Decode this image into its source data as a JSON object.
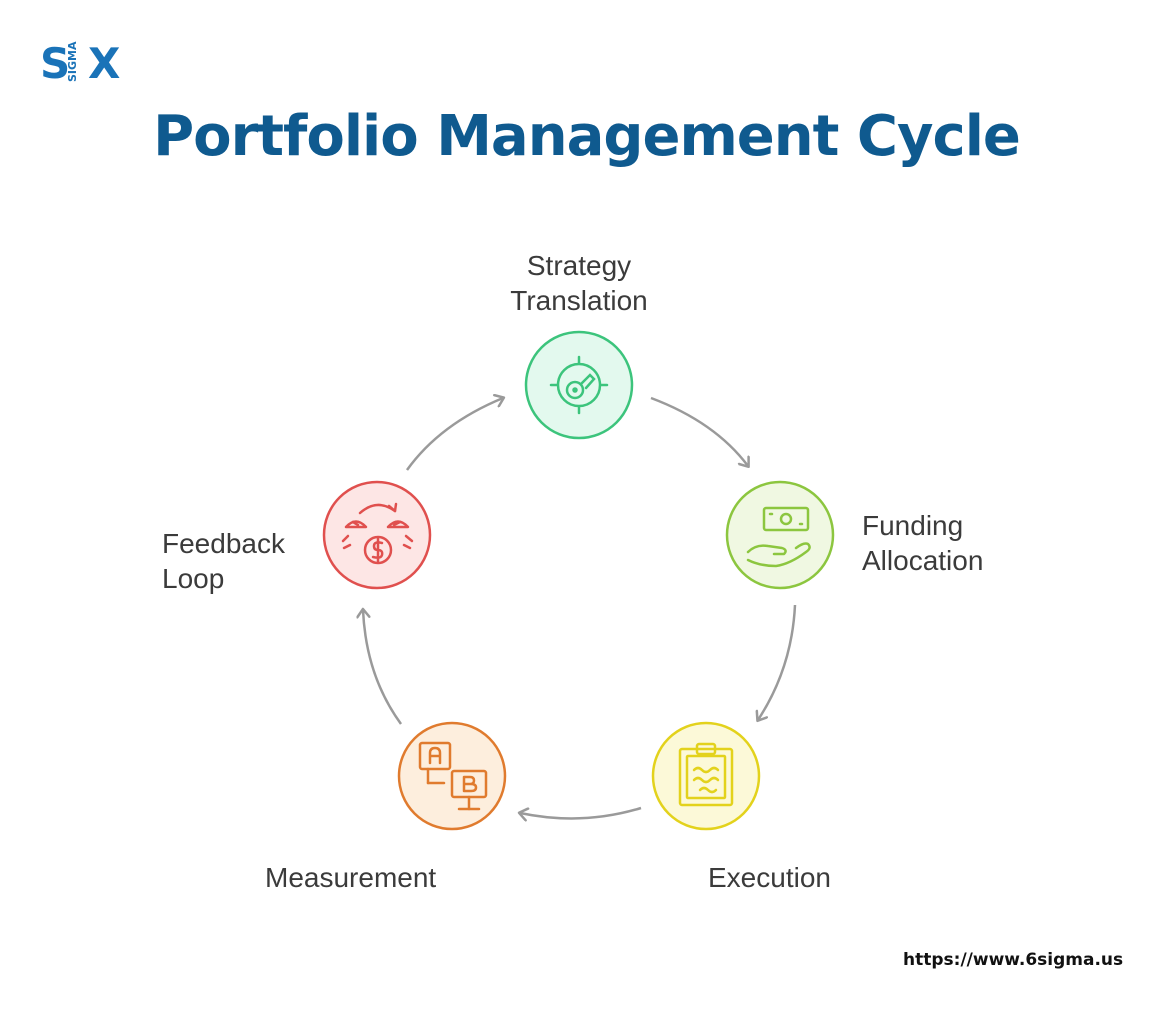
{
  "logo": {
    "letter_s": "S",
    "letter_x": "X",
    "sigma_text": "SIGMA"
  },
  "title": "Portfolio Management Cycle",
  "steps": [
    {
      "label": "Strategy\nTranslation",
      "icon": "target-dial-icon",
      "color": "#3cc47c",
      "fill": "#e3f9ee"
    },
    {
      "label": "Funding\nAllocation",
      "icon": "money-hand-icon",
      "color": "#8cc63f",
      "fill": "#f0f8e2"
    },
    {
      "label": "Execution",
      "icon": "clipboard-icon",
      "color": "#e3d21c",
      "fill": "#fcf9d8"
    },
    {
      "label": "Measurement",
      "icon": "ab-test-icon",
      "color": "#e07b2e",
      "fill": "#fdeedd"
    },
    {
      "label": "Feedback\nLoop",
      "icon": "money-cycle-icon",
      "color": "#e0504e",
      "fill": "#fde6e5"
    }
  ],
  "colors": {
    "title": "#0f5a8f",
    "logo_blue": "#1a73b8",
    "arrow": "#9a9a9a"
  },
  "footer": {
    "url": "https://www.6sigma.us"
  }
}
